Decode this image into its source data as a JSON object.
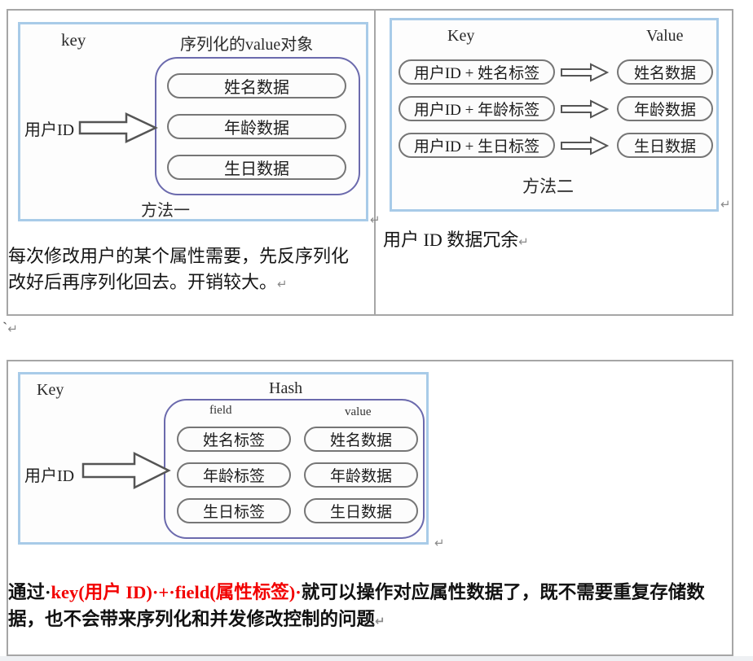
{
  "marks": {
    "pilcrow": "↵",
    "tick": "`"
  },
  "colors": {
    "table_border": "#a6a6a6",
    "diagram_border": "#a8cbe8",
    "group_border": "#6b6aad",
    "pill_border": "#767676",
    "text": "#1c1c1c",
    "red": "#f20000",
    "mark_gray": "#8a8a8a"
  },
  "method1": {
    "header_key": "key",
    "header_value": "序列化的value对象",
    "source": "用户ID",
    "items": [
      "姓名数据",
      "年龄数据",
      "生日数据"
    ],
    "caption": "方法一",
    "note_line1": "每次修改用户的某个属性需要，先反序列化",
    "note_line2": "改好后再序列化回去。开销较大。"
  },
  "method2": {
    "header_key": "Key",
    "header_value": "Value",
    "rows": [
      {
        "key": "用户ID + 姓名标签",
        "value": "姓名数据"
      },
      {
        "key": "用户ID + 年龄标签",
        "value": "年龄数据"
      },
      {
        "key": "用户ID + 生日标签",
        "value": "生日数据"
      }
    ],
    "caption": "方法二",
    "note": "用户 ID 数据冗余"
  },
  "hash_method": {
    "header_key": "Key",
    "header_value": "Hash",
    "col_field": "field",
    "col_value": "value",
    "source": "用户ID",
    "rows": [
      {
        "field": "姓名标签",
        "value": "姓名数据"
      },
      {
        "field": "年龄标签",
        "value": "年龄数据"
      },
      {
        "field": "生日标签",
        "value": "生日数据"
      }
    ]
  },
  "conclusion": {
    "seg_black_1": "通过·",
    "seg_red": "key(用户 ID)·+·field(属性标签)·",
    "seg_black_2": "就可以操作对应属性数据了，既不需要重复存储数",
    "seg_black_3": "据，也不会带来序列化和并发修改控制的问题"
  }
}
